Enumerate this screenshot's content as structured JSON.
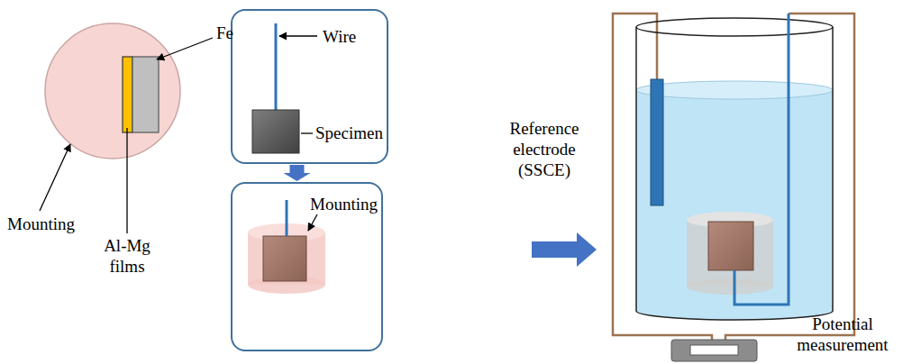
{
  "diagram": {
    "nodes": [
      {
        "text": [
          "Wire",
          "Specimen"
        ]
      },
      {
        "text": [
          "Mounting"
        ]
      }
    ],
    "edges": [
      {
        "from": 0,
        "to": 1,
        "arrow": "to"
      }
    ],
    "labels": [
      "Fe",
      "Mounting",
      "Al-Mg films",
      "Reference electrode (SSCE)",
      "Potential measurement"
    ]
  }
}
